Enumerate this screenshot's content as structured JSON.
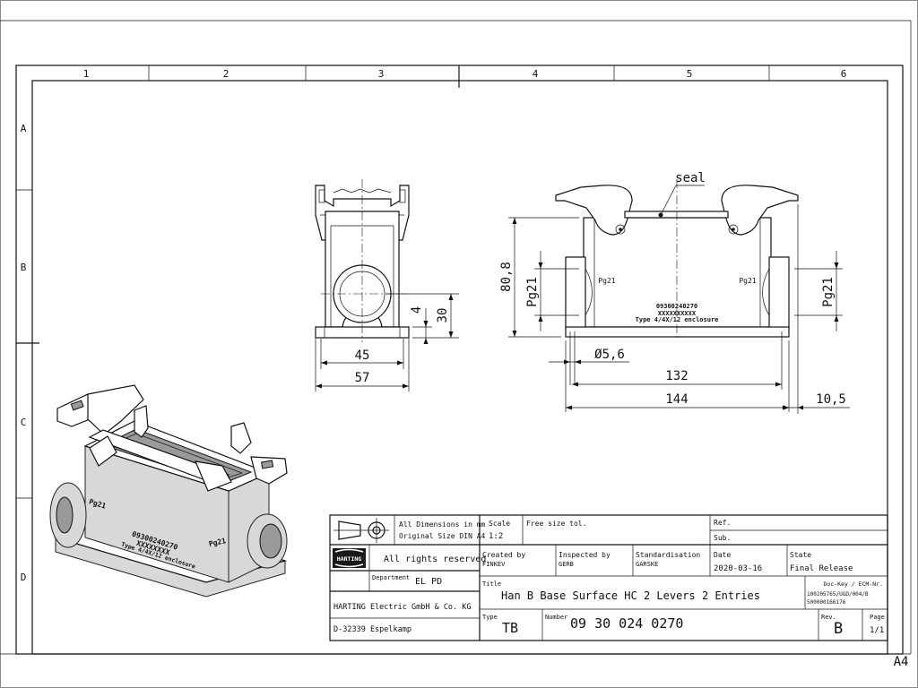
{
  "frame": {
    "columns": [
      "1",
      "2",
      "3",
      "4",
      "5",
      "6"
    ],
    "rows": [
      "A",
      "B",
      "C",
      "D"
    ],
    "sheet_size": "A4"
  },
  "front_view": {
    "width_inner": "45",
    "width_outer": "57",
    "height_30": "30",
    "height_4": "4"
  },
  "side_view": {
    "seal_label": "seal",
    "height": "80,8",
    "pg_left": "Pg21",
    "pg_right": "Pg21",
    "pg_mark_left": "Pg21",
    "pg_mark_right": "Pg21",
    "hole": "Ø5,6",
    "length_inner": "132",
    "length_outer": "144",
    "offset": "10,5",
    "marking": [
      "09300240270",
      "XXXXXXXXXX",
      "Type 4/4X/12 enclosure"
    ]
  },
  "iso_view": {
    "pg_left": "Pg21",
    "pg_right": "Pg21",
    "marking": [
      "09300240270",
      "XXXXXXXX",
      "Type 4/4X/12 enclosure"
    ]
  },
  "title_block": {
    "dims_line1": "All Dimensions in mm",
    "dims_line2": "Original Size DIN A4",
    "scale_label": "Scale",
    "scale_value": "1:2",
    "tolerance": "Free size tol.",
    "ref_label": "Ref.",
    "sub_label": "Sub.",
    "rights": "All rights reserved",
    "logo_text": "HARTING",
    "created_label": "Created by",
    "created_value": "FINKEV",
    "inspected_label": "Inspected by",
    "inspected_value": "GERB",
    "standard_label": "Standardisation",
    "standard_value": "GARSKE",
    "date_label": "Date",
    "date_value": "2020-03-16",
    "state_label": "State",
    "state_value": "Final Release",
    "dept_label": "Department",
    "dept_value": "EL PD",
    "title_label": "Title",
    "title_value": "Han B Base Surface HC 2 Levers 2 Entries",
    "dockey_label": "Doc-Key / ECM-Nr.",
    "dockey_line1": "100205765/UGD/004/B",
    "dockey_line2": "500000166176",
    "company": "HARTING Electric GmbH & Co. KG",
    "address": "D-32339 Espelkamp",
    "type_label": "Type",
    "type_value": "TB",
    "number_label": "Number",
    "number_value": "09 30 024 0270",
    "rev_label": "Rev.",
    "rev_value": "B",
    "page_label": "Page",
    "page_value": "1/1"
  }
}
